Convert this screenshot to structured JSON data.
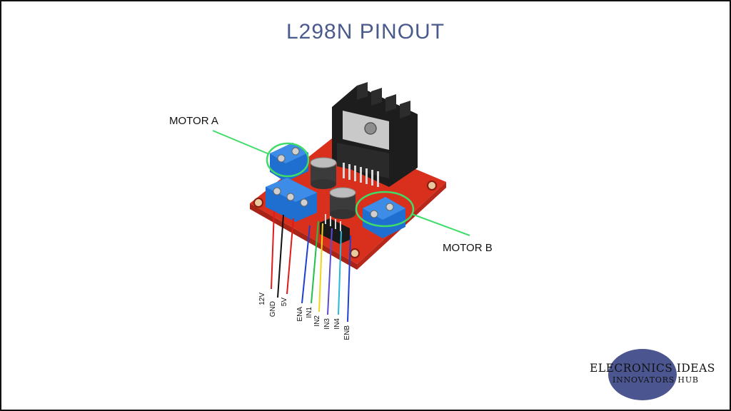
{
  "title": "L298N PINOUT",
  "labels": {
    "motor_a": "MOTOR A",
    "motor_b": "MOTOR B"
  },
  "pins": [
    {
      "label": "12V",
      "color": "#e01b1b"
    },
    {
      "label": "GND",
      "color": "#111111"
    },
    {
      "label": "5V",
      "color": "#e01b1b"
    },
    {
      "label": "ENA",
      "color": "#1f3fcf"
    },
    {
      "label": "IN1",
      "color": "#23c04a"
    },
    {
      "label": "IN2",
      "color": "#f2d51b"
    },
    {
      "label": "IN3",
      "color": "#5b4bd6"
    },
    {
      "label": "IN4",
      "color": "#28b8d8"
    },
    {
      "label": "ENB",
      "color": "#1f3fcf"
    }
  ],
  "highlight_color": "#3fdc6a",
  "logo": {
    "main": "ELECRONICS IDEAS",
    "sub": "INNOVATORS HUB"
  }
}
